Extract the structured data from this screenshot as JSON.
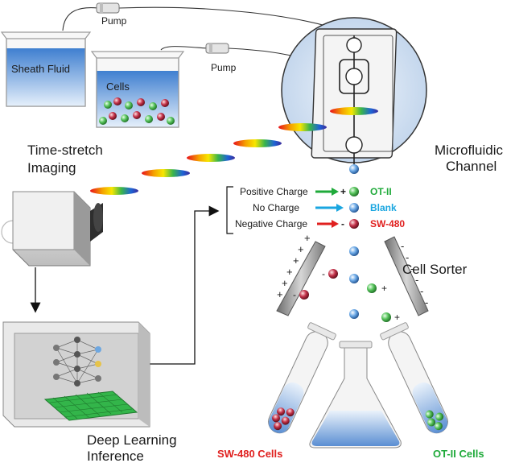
{
  "labels": {
    "pump_1": "Pump",
    "pump_2": "Pump",
    "sheath_fluid": "Sheath Fluid",
    "cells": "Cells",
    "time_stretch_line1": "Time-stretch",
    "time_stretch_line2": "Imaging",
    "microfluidic_line1": "Microfluidic",
    "microfluidic_line2": "Channel",
    "cell_sorter": "Cell Sorter",
    "deep_learning_line1": "Deep Learning",
    "deep_learning_line2": "Inference",
    "sw480_cells": "SW-480 Cells",
    "ot2_cells": "OT-II Cells"
  },
  "charge_legend": [
    {
      "label": "Positive Charge",
      "symbol": "+",
      "result": "OT-II",
      "color": "#1faa3a"
    },
    {
      "label": "No Charge",
      "symbol": "",
      "result": "Blank",
      "color": "#1aa6e0"
    },
    {
      "label": "Negative Charge",
      "symbol": "-",
      "result": "SW-480",
      "color": "#e0201f"
    }
  ],
  "plate_signs": {
    "left": [
      "+",
      "+",
      "+",
      "+",
      "+",
      "+"
    ],
    "right": [
      "-",
      "-",
      "-",
      "-",
      "-",
      "-"
    ]
  },
  "cell_signs": [
    "-",
    "-",
    "+",
    "+"
  ],
  "colors": {
    "ot2": "#1faa3a",
    "blank": "#1aa6e0",
    "sw480": "#e0201f",
    "fluid_blue": "#6f9fd8"
  }
}
